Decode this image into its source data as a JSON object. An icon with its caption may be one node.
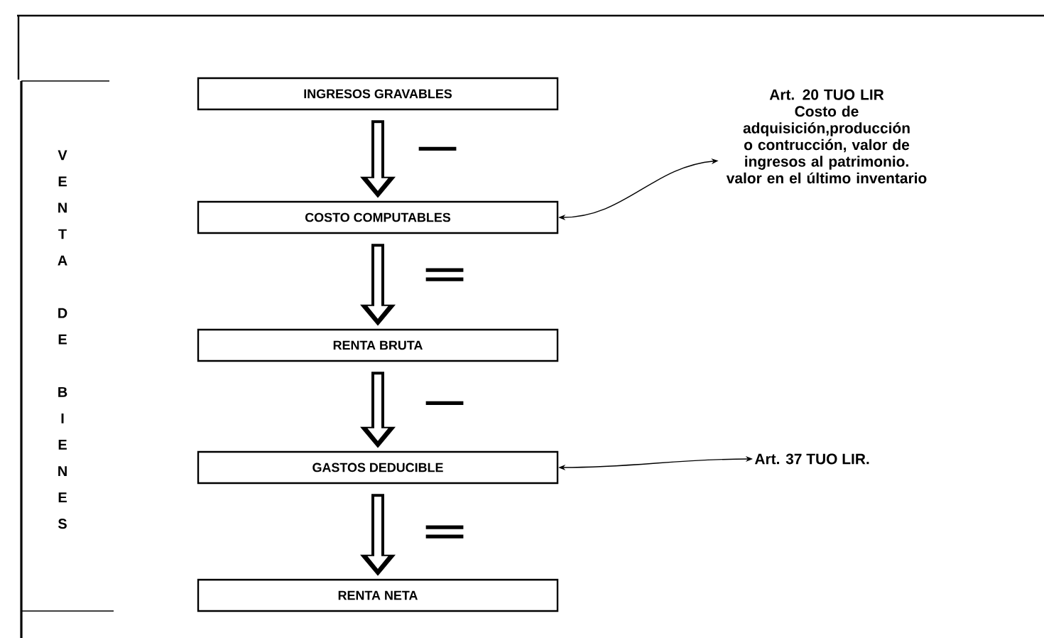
{
  "diagram": {
    "nodes": [
      {
        "text": [
          "INGRESOS GRAVABLES"
        ]
      },
      {
        "text": [
          "COSTO COMPUTABLES"
        ]
      },
      {
        "text": [
          "RENTA BRUTA"
        ]
      },
      {
        "text": [
          "GASTOS DEDUCIBLE"
        ]
      },
      {
        "text": [
          "RENTA NETA"
        ]
      },
      {
        "text": [
          "Art. 20 TUO LIR",
          "Costo de adquisición,producción o contrucción, valor de ingresos al patrimonio. valor en el último inventario"
        ]
      },
      {
        "text": [
          "Art. 37 TUO LIR."
        ]
      }
    ],
    "edges": [
      {
        "from": 0,
        "to": 1,
        "arrow": "to"
      },
      {
        "from": 1,
        "to": 2,
        "arrow": "to"
      },
      {
        "from": 2,
        "to": 3,
        "arrow": "to"
      },
      {
        "from": 3,
        "to": 4,
        "arrow": "to"
      },
      {
        "from": 5,
        "to": 1,
        "arrow": "both"
      },
      {
        "from": 6,
        "to": 3,
        "arrow": "both"
      }
    ],
    "labels": [
      "VENTA DE BIENES",
      "−",
      "=",
      "−",
      "="
    ]
  }
}
